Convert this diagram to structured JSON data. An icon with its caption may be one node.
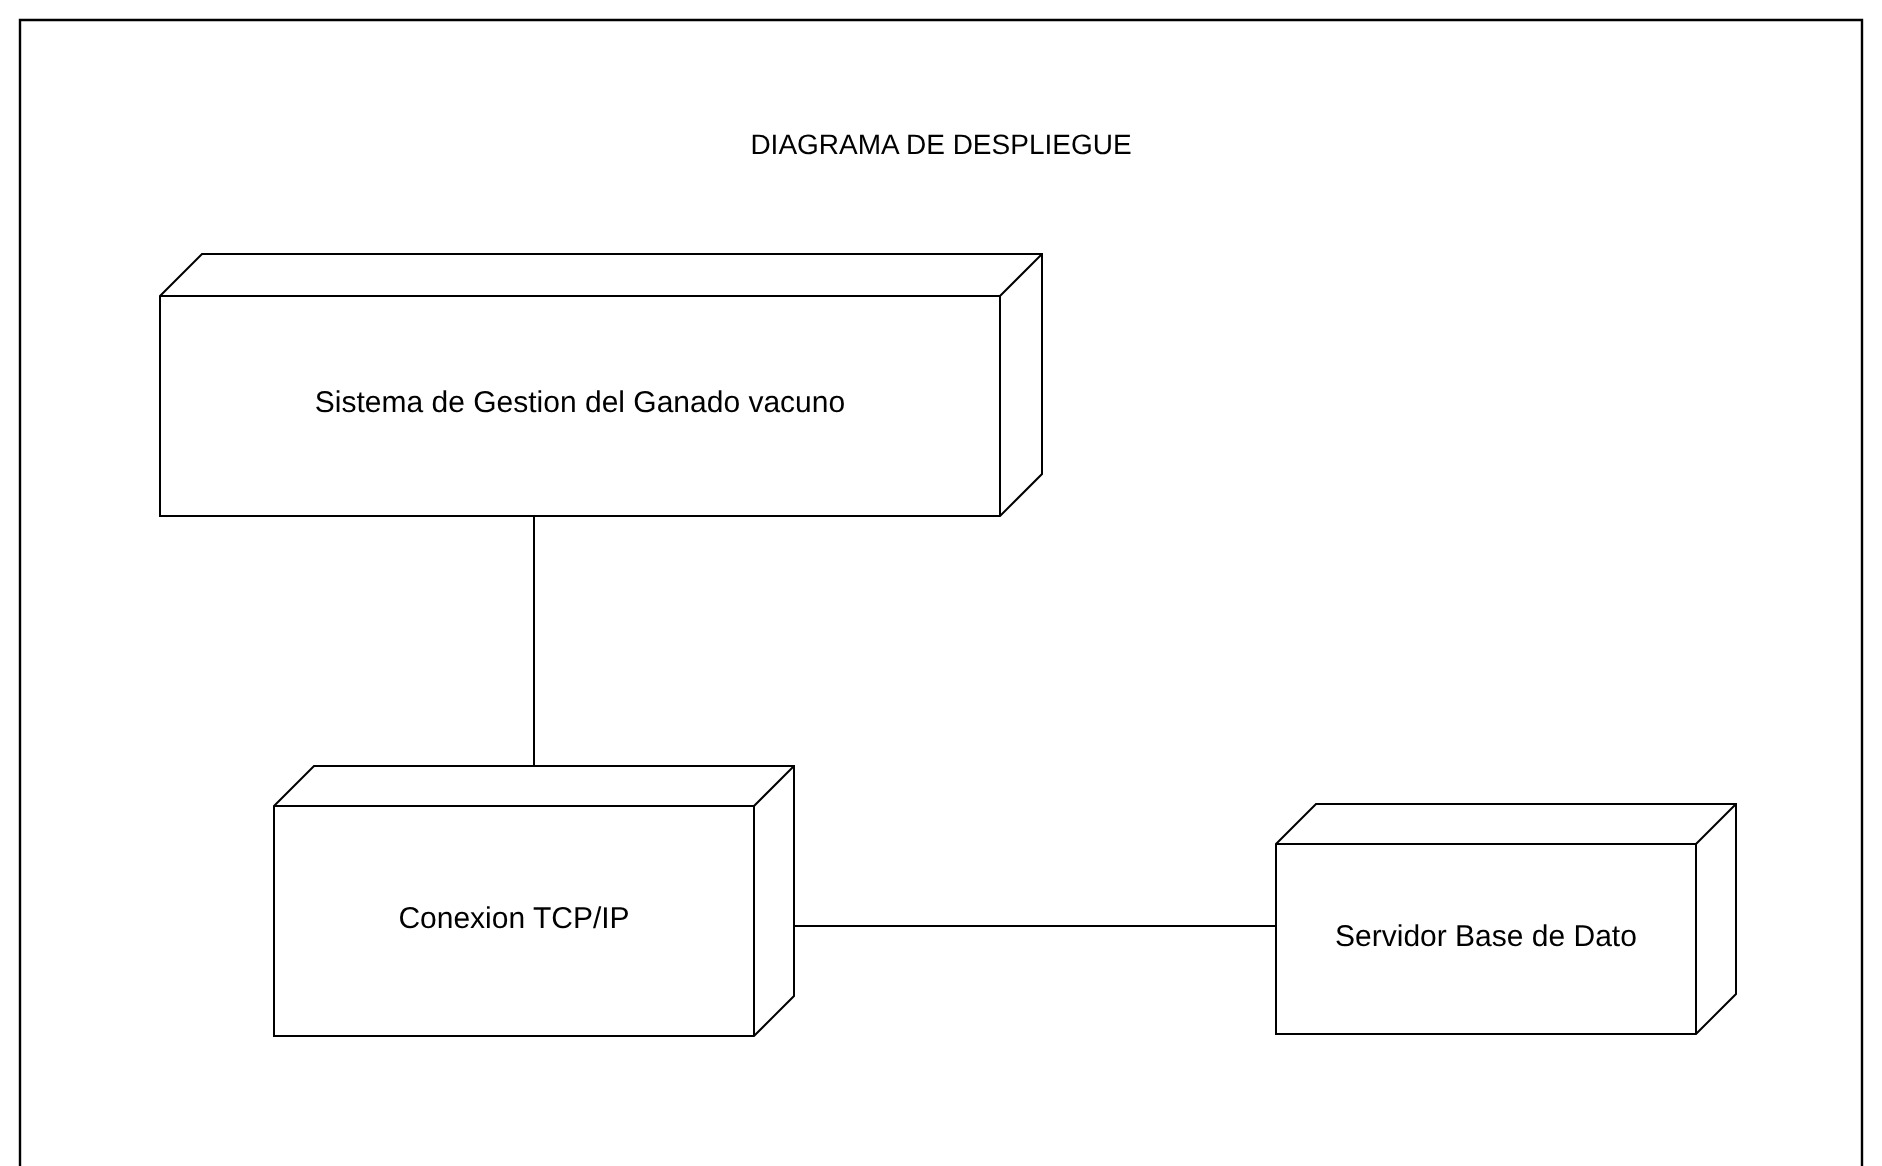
{
  "diagram": {
    "title": "DIAGRAMA DE DESPLIEGUE",
    "nodes": [
      {
        "text": [
          "Sistema de Gestion del Ganado vacuno"
        ]
      },
      {
        "text": [
          "Conexion TCP/IP"
        ]
      },
      {
        "text": [
          "Servidor Base de Dato"
        ]
      }
    ],
    "edges": [
      {
        "from": 0,
        "to": 1,
        "arrow": "none"
      },
      {
        "from": 1,
        "to": 2,
        "arrow": "none"
      }
    ]
  }
}
